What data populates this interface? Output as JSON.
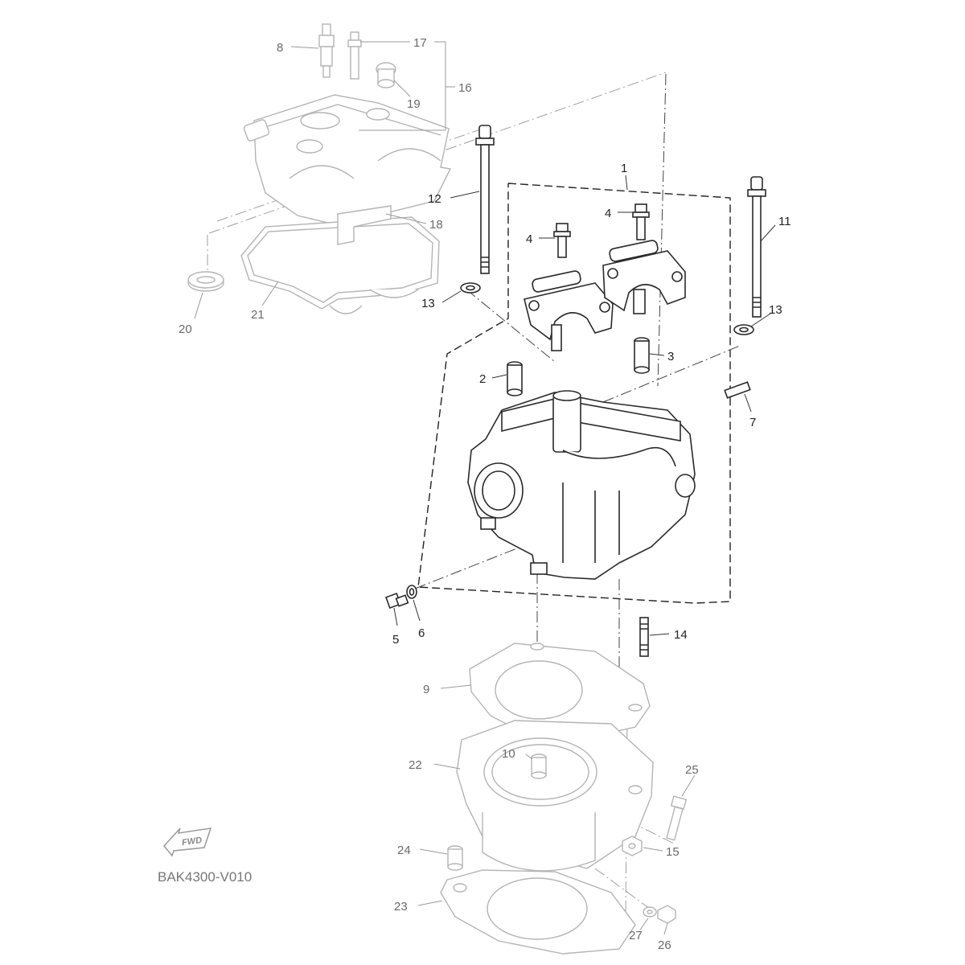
{
  "diagram_code": "BAK4300-V010",
  "fwd_badge": "FWD",
  "callouts": {
    "c1": "1",
    "c2": "2",
    "c3": "3",
    "c4a": "4",
    "c4b": "4",
    "c5": "5",
    "c6": "6",
    "c7": "7",
    "c8": "8",
    "c9": "9",
    "c10": "10",
    "c11": "11",
    "c12": "12",
    "c13a": "13",
    "c13b": "13",
    "c14": "14",
    "c15": "15",
    "c16": "16",
    "c17": "17",
    "c18": "18",
    "c19": "19",
    "c20": "20",
    "c21": "21",
    "c22": "22",
    "c23": "23",
    "c24": "24",
    "c25": "25",
    "c26": "26",
    "c27": "27"
  }
}
